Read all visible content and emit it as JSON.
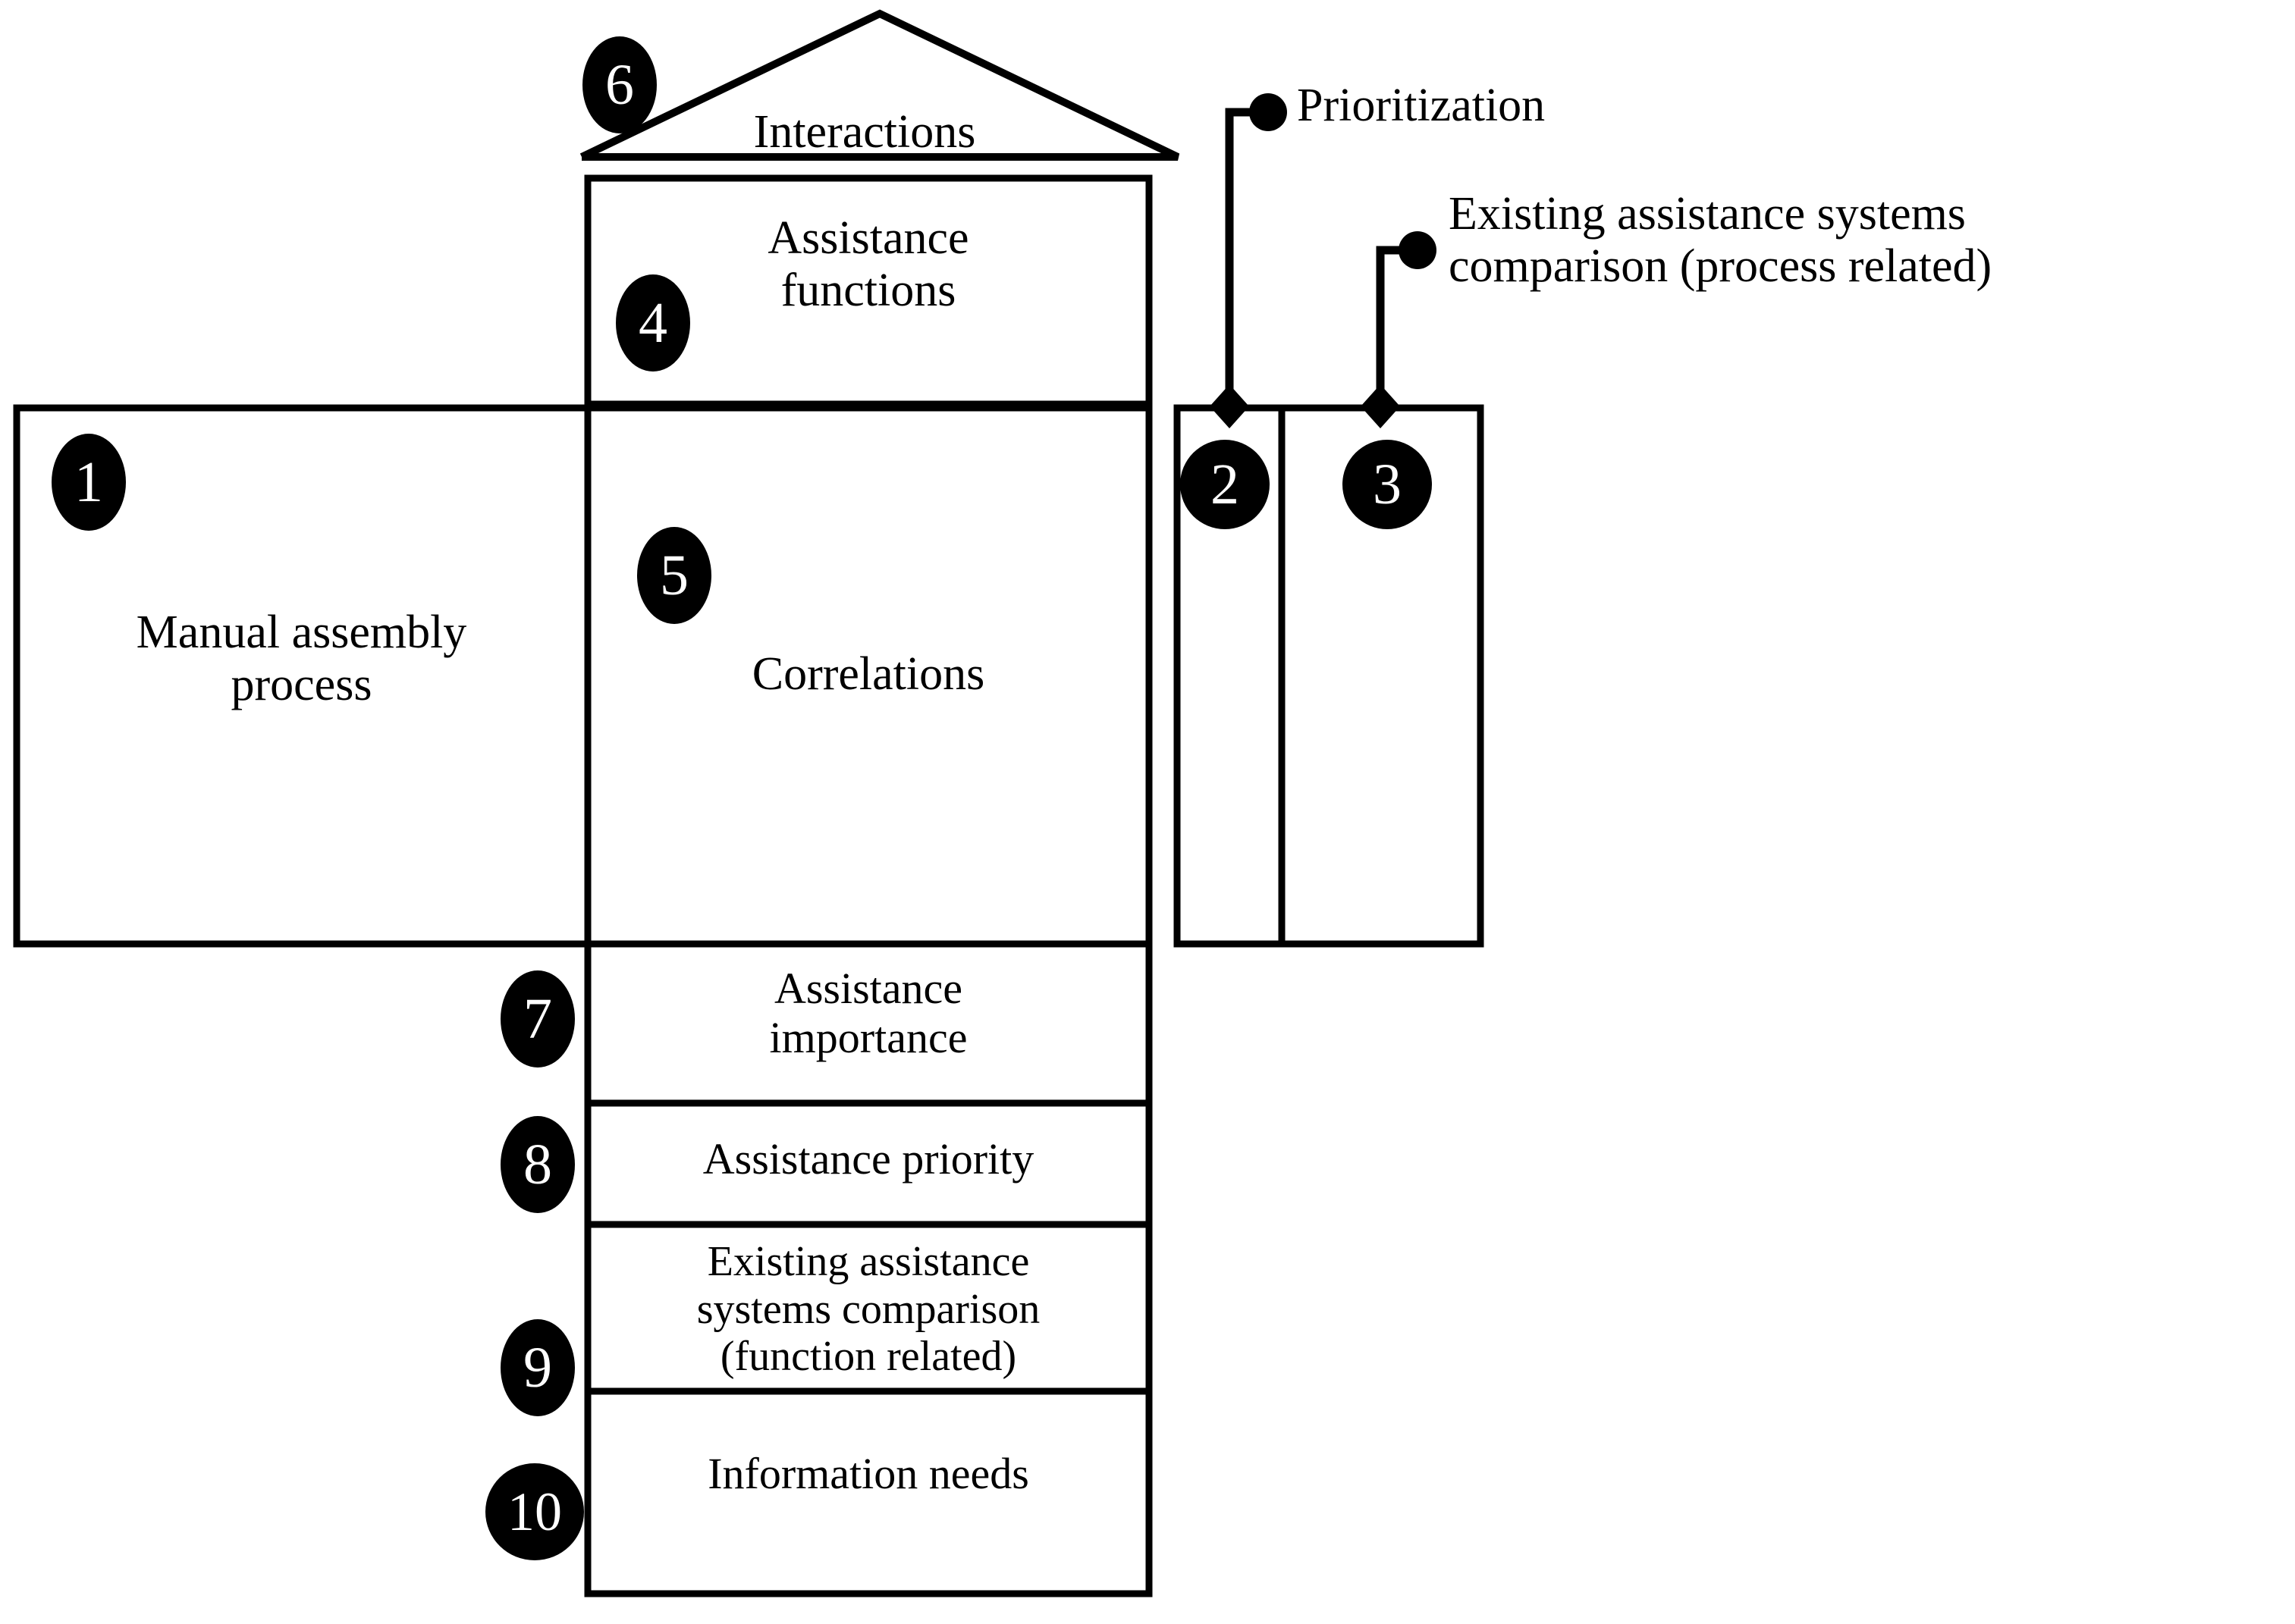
{
  "diagram": {
    "type": "house-of-quality",
    "title_present": false,
    "colors": {
      "stroke": "#000000",
      "background": "#ffffff",
      "badge_fill": "#000000",
      "badge_text": "#ffffff"
    },
    "roof": {
      "badge": "6",
      "label": "Interactions"
    },
    "blocks": [
      {
        "badge": "1",
        "label": "Manual assembly\nprocess"
      },
      {
        "badge": "2",
        "label": ""
      },
      {
        "badge": "3",
        "label": ""
      },
      {
        "badge": "4",
        "label": "Assistance\nfunctions"
      },
      {
        "badge": "5",
        "label": "Correlations"
      },
      {
        "badge": "7",
        "label": "Assistance\nimportance"
      },
      {
        "badge": "8",
        "label": "Assistance priority"
      },
      {
        "badge": "9",
        "label": "Existing assistance\nsystems comparison\n(function related)"
      },
      {
        "badge": "10",
        "label": "Information needs"
      }
    ],
    "callouts": [
      {
        "id": "callout-prioritization",
        "label": "Prioritization",
        "target_badge": "2"
      },
      {
        "id": "callout-existing-systems",
        "label": "Existing assistance systems\ncomparison (process related)",
        "target_badge": "3"
      }
    ]
  }
}
